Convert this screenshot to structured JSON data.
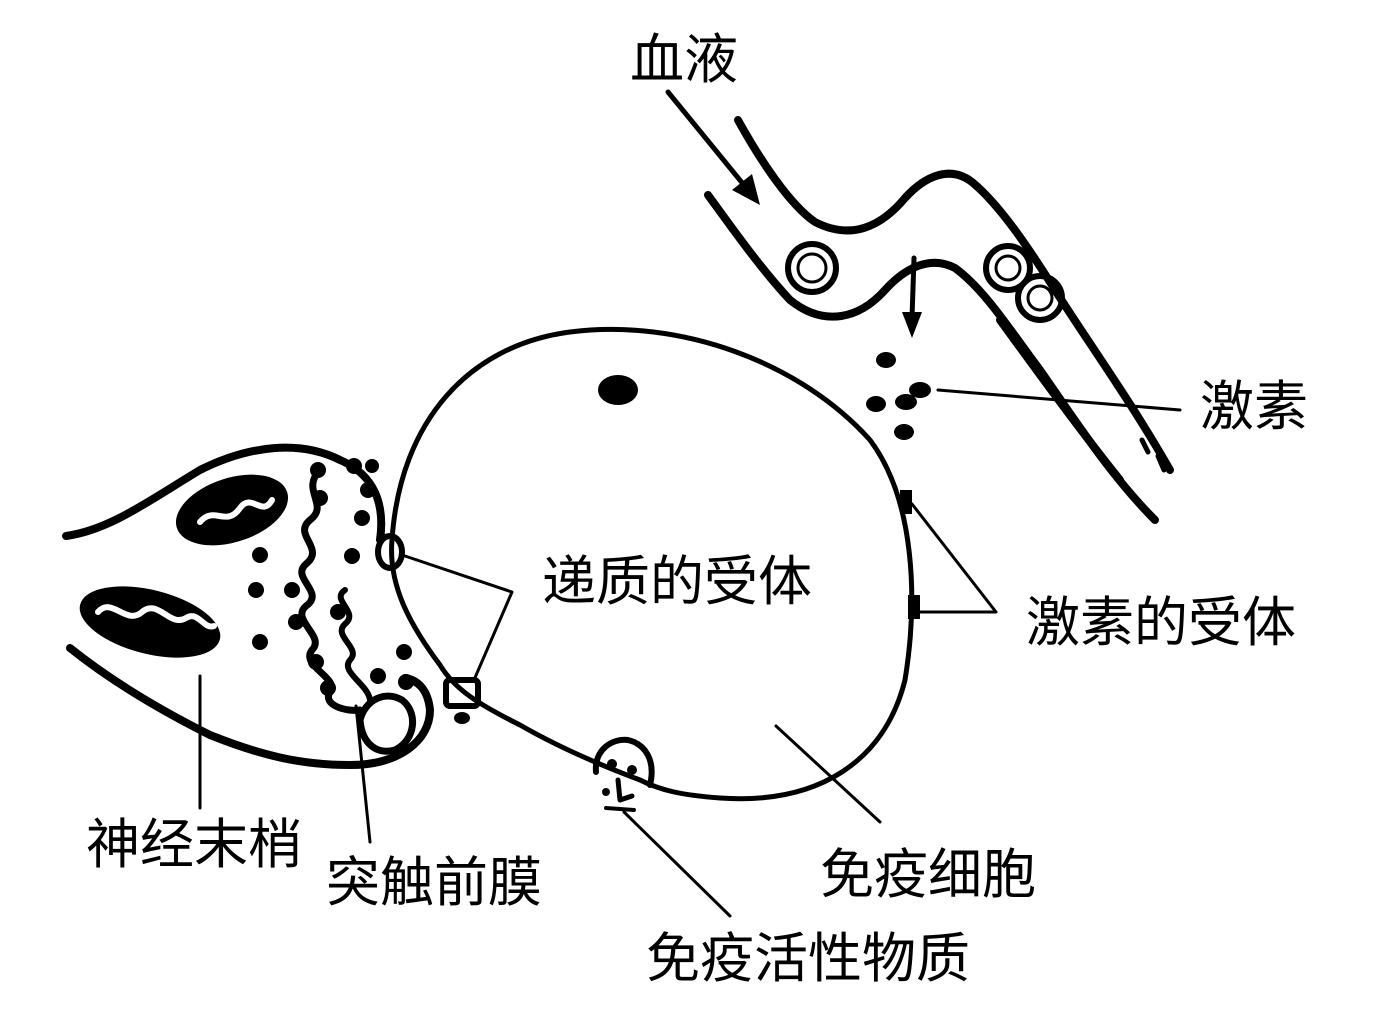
{
  "labels": {
    "blood": "血液",
    "hormone": "激素",
    "transmitter_receptor": "递质的受体",
    "hormone_receptor": "激素的受体",
    "nerve_ending": "神经末梢",
    "presynaptic_membrane": "突触前膜",
    "immune_cell": "免疫细胞",
    "immune_active_substance": "免疫活性物质"
  },
  "colors": {
    "ink": "#000000",
    "background": "#ffffff"
  }
}
